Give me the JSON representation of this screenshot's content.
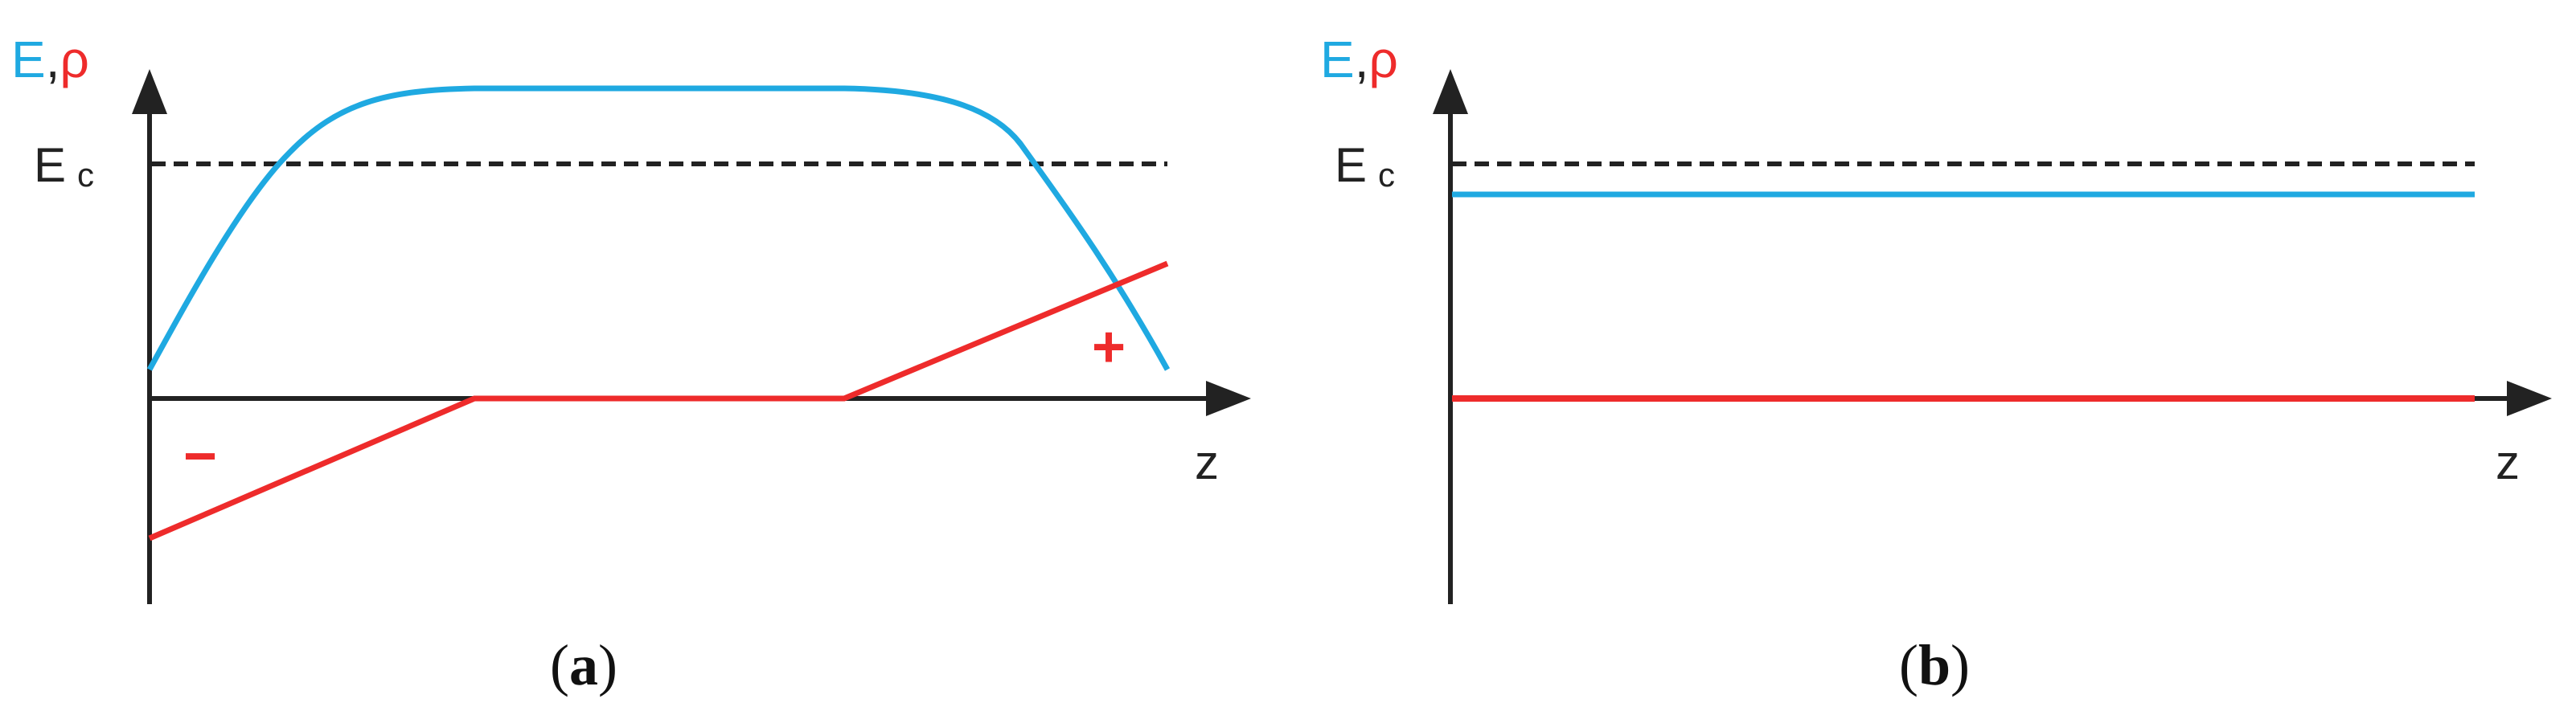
{
  "colors": {
    "energy": "#1fa9e1",
    "density": "#ee2b2b",
    "axis": "#222222",
    "threshold": "#222222"
  },
  "panels": [
    {
      "id": "a",
      "label_open": "(",
      "label_letter": "a",
      "label_close": ")",
      "y_title_E": "E",
      "y_title_comma": ",",
      "y_title_rho": "ρ",
      "ec_main": "E",
      "ec_sub": "c",
      "x_title": "z",
      "minus_sign": "−",
      "plus_sign": "+"
    },
    {
      "id": "b",
      "label_open": "(",
      "label_letter": "b",
      "label_close": ")",
      "y_title_E": "E",
      "y_title_comma": ",",
      "y_title_rho": "ρ",
      "ec_main": "E",
      "ec_sub": "c",
      "x_title": "z"
    }
  ]
}
